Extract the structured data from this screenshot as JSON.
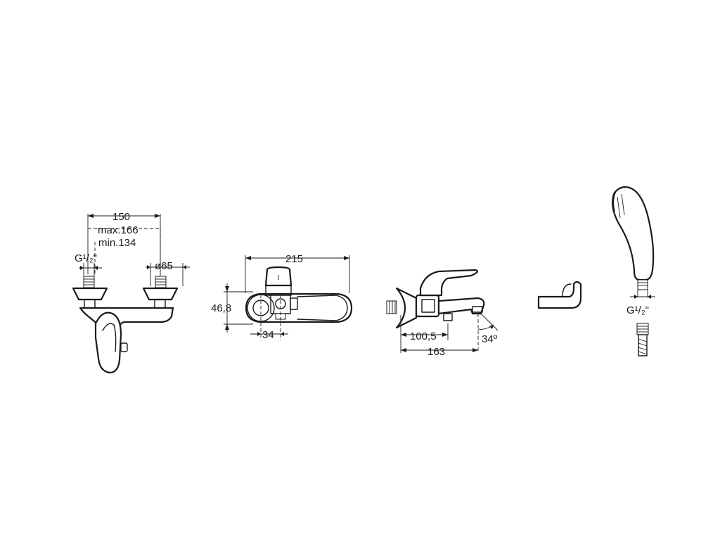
{
  "views": {
    "front": {
      "dim_spacing": "150",
      "dim_max": "max.166",
      "dim_min": "min.134",
      "dim_thread": "G¹/₂\"",
      "dim_diameter": "ø65"
    },
    "top": {
      "dim_width": "215",
      "dim_height": "46,8",
      "dim_offset": "34"
    },
    "side": {
      "dim_spout": "100,5",
      "dim_depth": "163",
      "dim_angle": "34º"
    },
    "shower": {
      "dim_thread": "G¹/₂\""
    }
  },
  "icons": [
    "mixer-front-icon",
    "mixer-top-icon",
    "mixer-side-icon",
    "wall-bracket-icon",
    "hand-shower-icon",
    "hose-icon"
  ]
}
